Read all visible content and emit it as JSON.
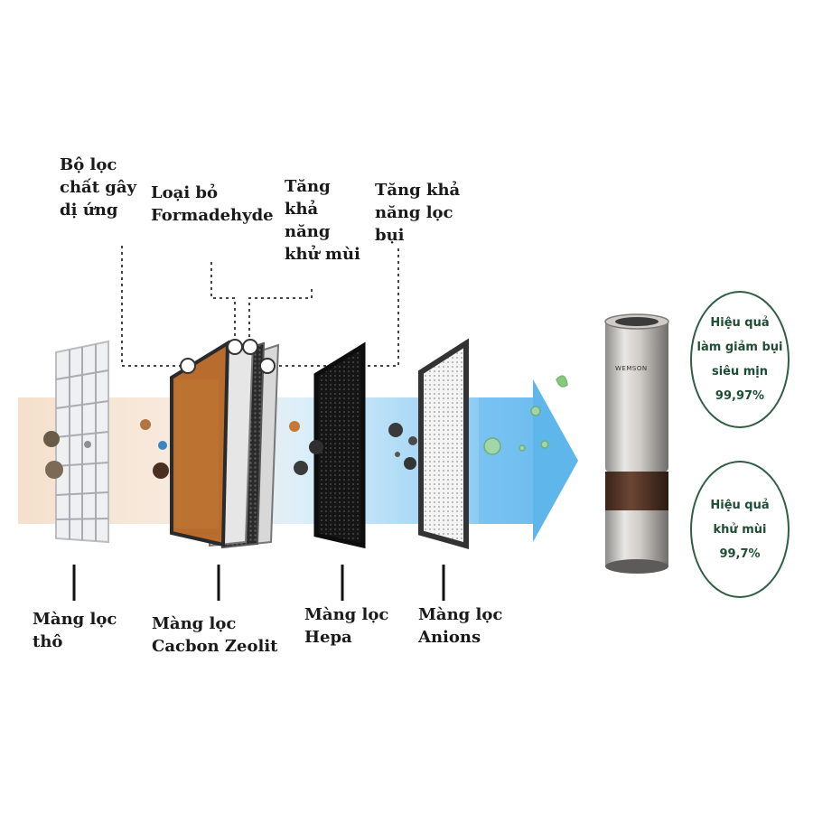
{
  "top_labels": {
    "allergen": "Bộ lọc\nchất gây\ndị ứng",
    "formaldehyde": "Loại bỏ\nFormadehyde",
    "odor": "Tăng\nkhả\nnăng\nkhử mùi",
    "dust": "Tăng khả\nnăng lọc\nbụi"
  },
  "filters": {
    "coarse": "Màng lọc\nthô",
    "carbon": "Màng lọc\nCacbon Zeolit",
    "hepa": "Màng lọc\nHepa",
    "anions": "Màng lọc\nAnions"
  },
  "device": {
    "brand": "WEMSON"
  },
  "badges": {
    "dust_efficiency": "Hiệu quả\nlàm giảm bụi\nsiêu mịn\n99,97%",
    "odor_efficiency": "Hiệu quả\nkhử mùi\n99,7%"
  },
  "colors": {
    "badge_green": "#1e4d34",
    "airflow_blue": "#5fb6ea",
    "carbon_brown": "#b86d2e"
  }
}
